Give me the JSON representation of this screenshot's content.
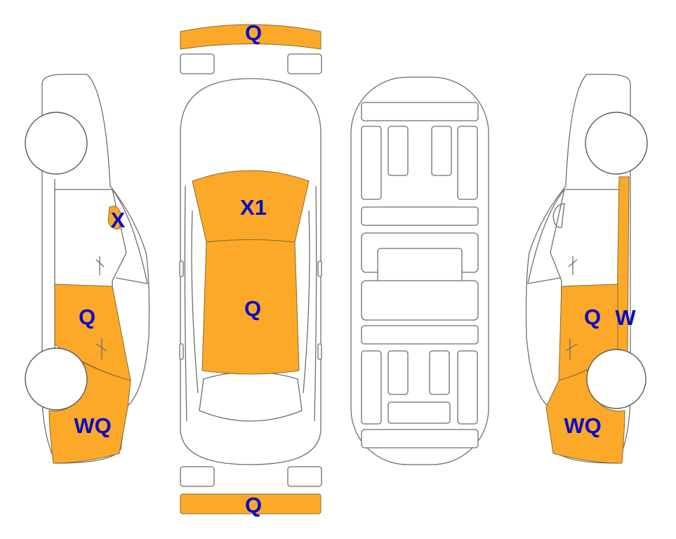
{
  "colors": {
    "damage_fill": "#FCA92A",
    "label_text": "#0B0BC4",
    "outline": "#6E6E6E",
    "background": "#FFFFFF"
  },
  "damage_marks": {
    "front_bumper": "Q",
    "rear_bumper": "Q",
    "windshield": "X1",
    "roof": "Q",
    "left_mirror": "X",
    "left_front_door": "Q",
    "left_front_fender": "WQ",
    "right_front_door": "Q",
    "right_pillar": "W",
    "right_front_fender": "WQ"
  }
}
